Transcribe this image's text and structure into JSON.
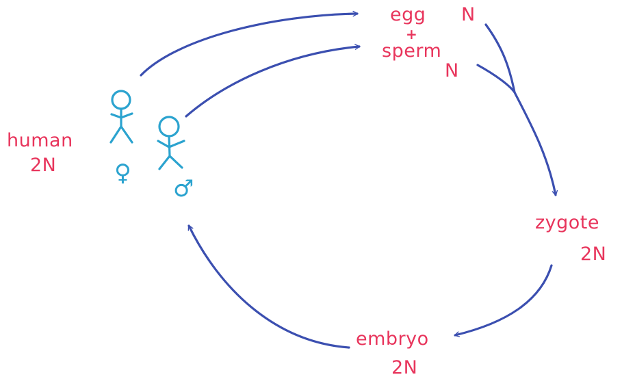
{
  "colors": {
    "label": "#e8355c",
    "figure": "#2ba3cf",
    "arrow": "#3b4fb0",
    "background": "#ffffff"
  },
  "labels": {
    "human": "human",
    "human_ploidy": "2N",
    "egg": "egg",
    "egg_ploidy": "N",
    "plus": "+",
    "sperm": "sperm",
    "sperm_ploidy": "N",
    "zygote": "zygote",
    "zygote_ploidy": "2N",
    "embryo": "embryo",
    "embryo_ploidy": "2N"
  },
  "symbols": {
    "female": "♀",
    "male": "♂"
  },
  "figures": [
    {
      "name": "female-stick-figure",
      "sex": "female"
    },
    {
      "name": "male-stick-figure",
      "sex": "male"
    }
  ],
  "arrows": [
    {
      "name": "arrow-female-to-egg",
      "from": "female",
      "to": "egg"
    },
    {
      "name": "arrow-male-to-sperm",
      "from": "male",
      "to": "sperm"
    },
    {
      "name": "arrow-gametes-to-zygote",
      "from": "egg + sperm",
      "to": "zygote"
    },
    {
      "name": "arrow-zygote-to-embryo",
      "from": "zygote",
      "to": "embryo"
    },
    {
      "name": "arrow-embryo-to-human",
      "from": "embryo",
      "to": "human"
    }
  ]
}
